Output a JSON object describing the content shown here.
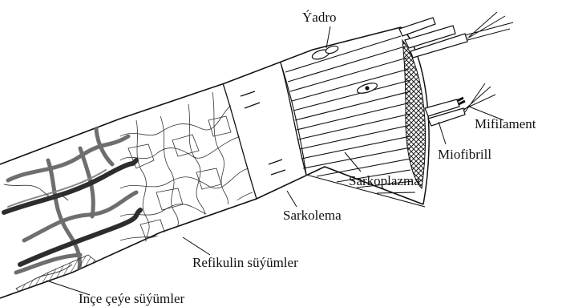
{
  "labels": {
    "nucleus": "Ýadro",
    "myofilament": "Mifilament",
    "myofibril": "Miofibrill",
    "sarcoplasm": "Sarkoplazma",
    "sarcolemma": "Sarkolema",
    "reticular_fibers": "Refikulin süýümler",
    "thin_fibers": "Inçe çeýe süýümler"
  },
  "colors": {
    "line": "#111111",
    "vessel": "#6e6e6e",
    "dark_bundle": "#2d2d2d",
    "background": "#ffffff"
  }
}
